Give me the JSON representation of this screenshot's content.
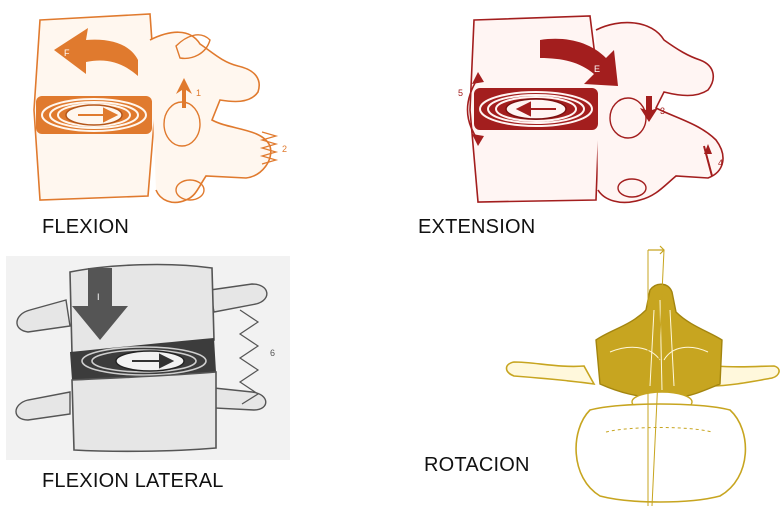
{
  "panels": [
    {
      "caption": "FLEXION",
      "color": "#e07a2e",
      "arrow_label": "F",
      "markers": [
        "1",
        "2"
      ]
    },
    {
      "caption": "EXTENSION",
      "color": "#a31e1e",
      "arrow_label": "E",
      "markers": [
        "3",
        "4",
        "5"
      ]
    },
    {
      "caption": "FLEXION LATERAL",
      "color": "#555555",
      "arrow_label": "I",
      "markers": [
        "6"
      ]
    },
    {
      "caption": "ROTACION",
      "color": "#c7a520",
      "markers": []
    }
  ]
}
